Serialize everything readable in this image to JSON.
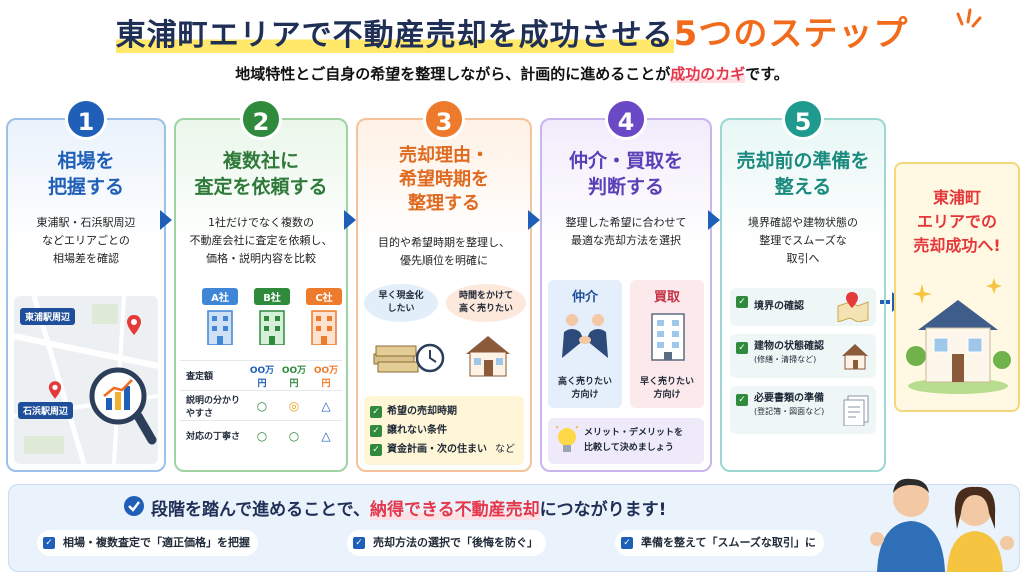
{
  "header": {
    "title_main": "東浦町エリアで不動産売却を成功させる",
    "title_accent": "5つのステップ",
    "subtitle_pre": "地域特性とご自身の希望を整理しながら、計画的に進めることが",
    "subtitle_em": "成功のカギ",
    "subtitle_post": "です。"
  },
  "steps": [
    {
      "num": "1",
      "title1": "相場を",
      "title2": "把握する",
      "desc1": "東浦駅・石浜駅周辺",
      "desc2": "などエリアごとの",
      "desc3": "相場差を確認",
      "map_label_1": "東浦駅周辺",
      "map_label_2": "石浜駅周辺",
      "color": "#1f5fb8"
    },
    {
      "num": "2",
      "title1": "複数社に",
      "title2": "査定を依頼する",
      "desc1": "1社だけでなく複数の",
      "desc2": "不動産会社に査定を依頼し、",
      "desc3": "価格・説明内容を比較",
      "companies": [
        "A社",
        "B社",
        "C社"
      ],
      "price_marks": [
        "OO万円",
        "OO万円",
        "OO万円"
      ],
      "rows": [
        {
          "label": "査定額",
          "marks": [
            "",
            "",
            ""
          ]
        },
        {
          "label": "説明の分かりやすさ",
          "marks": [
            "○",
            "◎",
            "△"
          ]
        },
        {
          "label": "対応の丁寧さ",
          "marks": [
            "○",
            "○",
            "△"
          ]
        }
      ],
      "color": "#2f8a3c"
    },
    {
      "num": "3",
      "title1": "売却理由・",
      "title2": "希望時期を",
      "title3": "整理する",
      "desc1": "目的や希望時期を整理し、",
      "desc2": "優先順位を明確に",
      "bubble_1a": "早く現金化",
      "bubble_1b": "したい",
      "bubble_2a": "時間をかけて",
      "bubble_2b": "高く売りたい",
      "checks": [
        "希望の売却時期",
        "譲れない条件",
        "資金計画・次の住まい"
      ],
      "checks_suffix": "など",
      "color": "#ee7a2c"
    },
    {
      "num": "4",
      "title1": "仲介・買取を",
      "title2": "判断する",
      "desc1": "整理した希望に合わせて",
      "desc2": "最適な売却方法を選択",
      "left_title": "仲介",
      "left_desc1": "高く売りたい",
      "left_desc2": "方向け",
      "right_title": "買取",
      "right_desc1": "早く売りたい",
      "right_desc2": "方向け",
      "tip1": "メリット・デメリットを",
      "tip2": "比較して決めましょう",
      "color": "#6a48c6"
    },
    {
      "num": "5",
      "title1": "売却前の準備を",
      "title2": "整える",
      "desc1": "境界確認や建物状態の",
      "desc2": "整理でスムーズな",
      "desc3": "取引へ",
      "items": [
        {
          "label": "境界の確認",
          "sub": ""
        },
        {
          "label": "建物の状態確認",
          "sub": "(修繕・清掃など)"
        },
        {
          "label": "必要書類の準備",
          "sub": "(登記簿・図面など)"
        }
      ],
      "color": "#1e9a8f"
    }
  ],
  "success": {
    "line1": "東浦町",
    "line2": "エリアでの",
    "line3": "売却成功へ!"
  },
  "bottom": {
    "main_pre": "段階を踏んで進めることで、",
    "main_em": "納得できる不動産売却",
    "main_post": "につながります!",
    "checks": [
      "相場・複数査定で「適正価格」を把握",
      "売却方法の選択で「後悔を防ぐ」",
      "準備を整えて「スムーズな取引」に"
    ]
  },
  "icons": {
    "check": "✓",
    "spark": "spark-icon",
    "map_pin": "map-pin-icon",
    "magnifier": "magnifier-icon",
    "house": "house-icon",
    "bulb": "lightbulb-icon",
    "handshake": "handshake-icon",
    "building": "building-icon",
    "people": "people-icon"
  }
}
